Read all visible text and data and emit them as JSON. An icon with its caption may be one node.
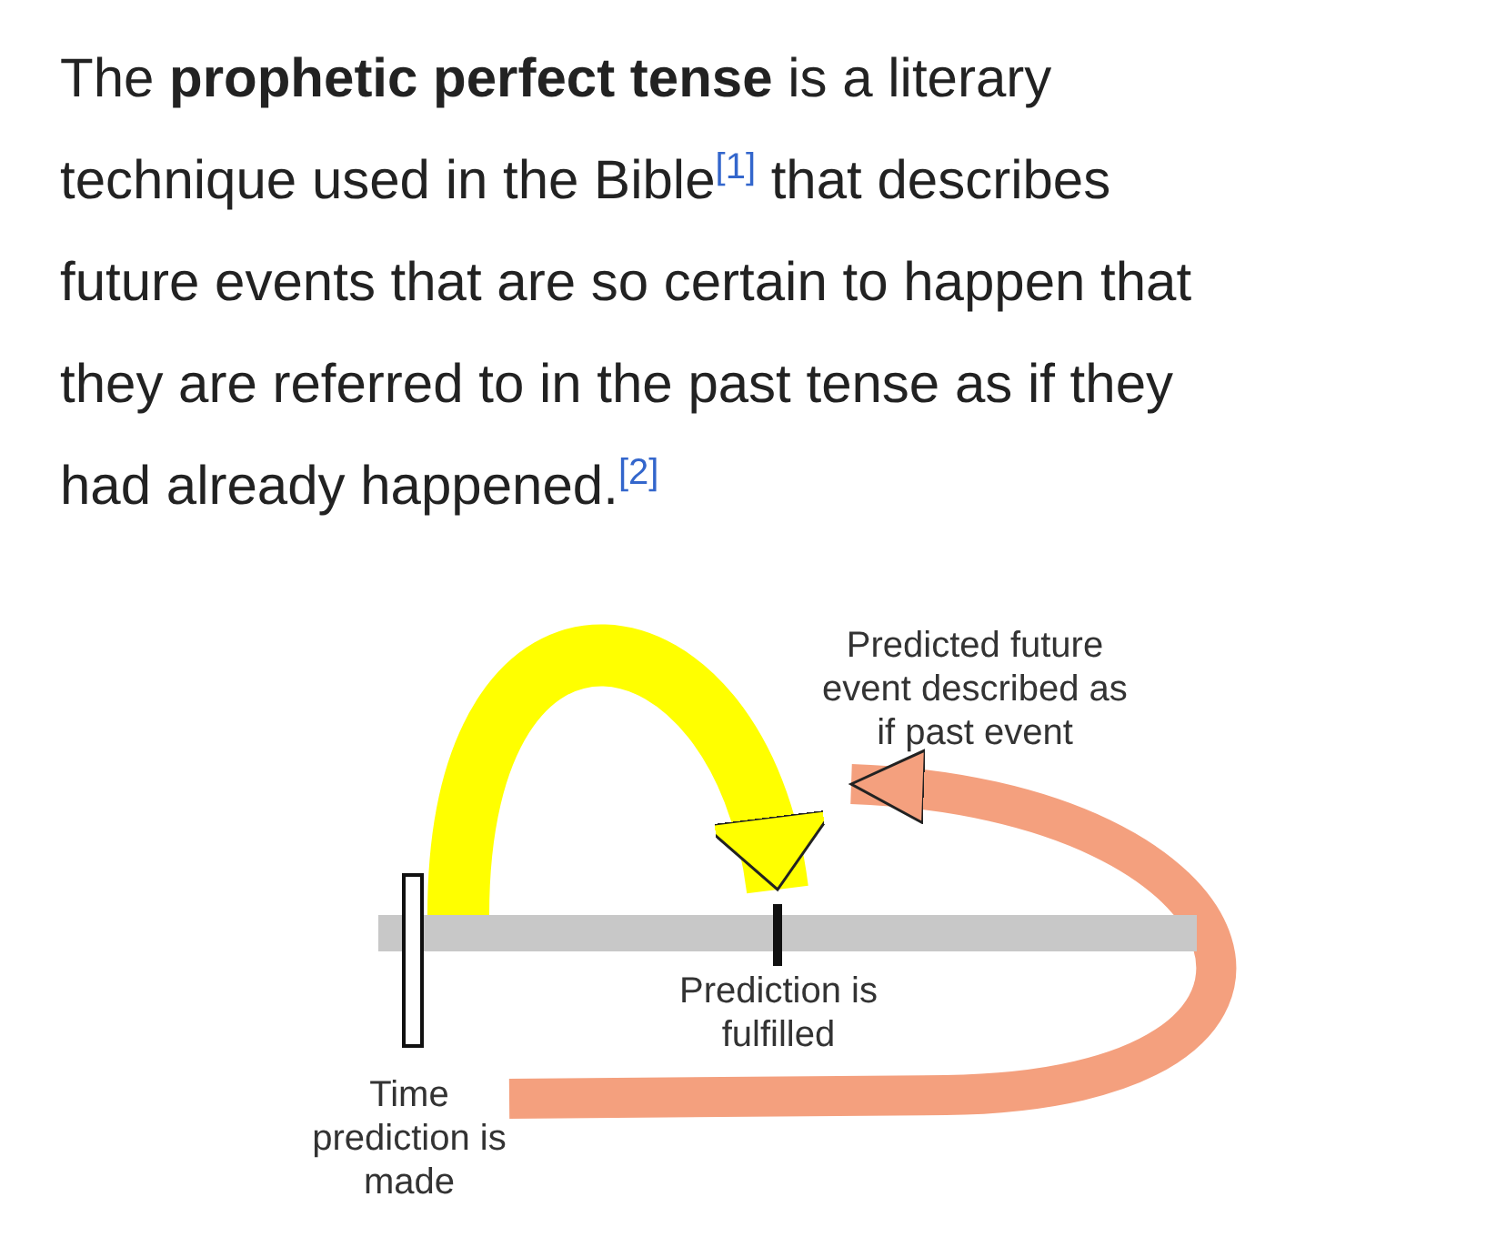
{
  "diagram": {
    "nodes": [
      {
        "text": [
          "Time prediction is made"
        ]
      },
      {
        "text": [],
        "shape": "bar"
      },
      {
        "text": [
          "Prediction is fulfilled"
        ]
      },
      {
        "text": [],
        "shape": "bar"
      },
      {
        "text": [
          "Predicted future event described as if past event"
        ]
      },
      {
        "text": [],
        "shape": "bar"
      }
    ],
    "edges": [
      {
        "from": 5,
        "to": 3,
        "arrow": "to",
        "color": "#ffff00"
      },
      {
        "from": 0,
        "to": 4,
        "arrow": "to",
        "color": "#f4a07e"
      }
    ],
    "labels": [
      "The **prophetic perfect tense** is a literary technique used in the Bible$^{[1]}$ that describes future events that are so certain to happen that they are referred to in the past tense as if they had already happened.$^{[2]}$"
    ]
  }
}
